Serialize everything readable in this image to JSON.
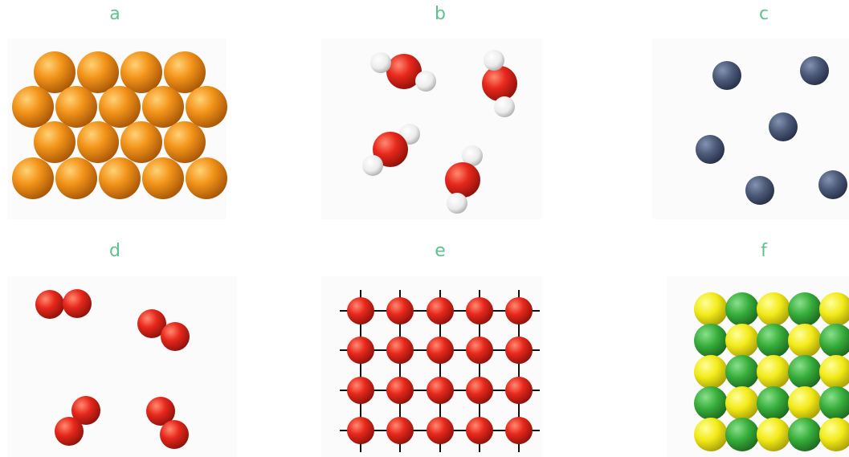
{
  "panels": [
    {
      "id": "a",
      "label": "a"
    },
    {
      "id": "b",
      "label": "b"
    },
    {
      "id": "c",
      "label": "c"
    },
    {
      "id": "d",
      "label": "d"
    },
    {
      "id": "e",
      "label": "e"
    },
    {
      "id": "f",
      "label": "f"
    }
  ],
  "colors": {
    "label": "#5cc48a",
    "copper": "#f39419",
    "oxygen": "#e8281c",
    "hydrogen": "#f4f4f4",
    "noble_gas": "#4c5a78",
    "lattice_bond": "#111111",
    "yellow_ion": "#f2ea18",
    "green_ion": "#36ad3a"
  },
  "icons": {
    "a": "metal-close-packed-lattice",
    "b": "water-molecules",
    "c": "monatomic-gas-atoms",
    "d": "diatomic-molecules",
    "e": "covalent-network-lattice",
    "f": "ionic-lattice"
  }
}
